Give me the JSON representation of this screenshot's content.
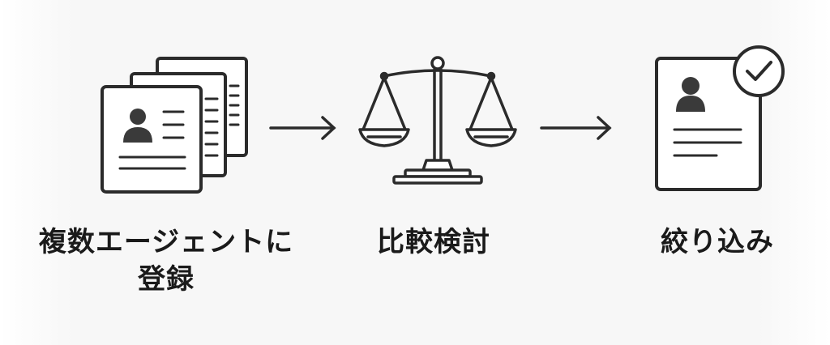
{
  "steps": [
    {
      "label_line1": "複数エージェントに",
      "label_line2": "登録",
      "icon": "stacked-resumes-icon"
    },
    {
      "label_line1": "比較検討",
      "icon": "balance-scale-icon"
    },
    {
      "label_line1": "絞り込み",
      "icon": "approved-resume-icon"
    }
  ],
  "connectors": [
    "arrow-right-icon",
    "arrow-right-icon"
  ],
  "colors": {
    "stroke": "#2b2b2b",
    "background": "#f7f7f7",
    "paper": "#ffffff",
    "avatar": "#3a3a3a"
  }
}
